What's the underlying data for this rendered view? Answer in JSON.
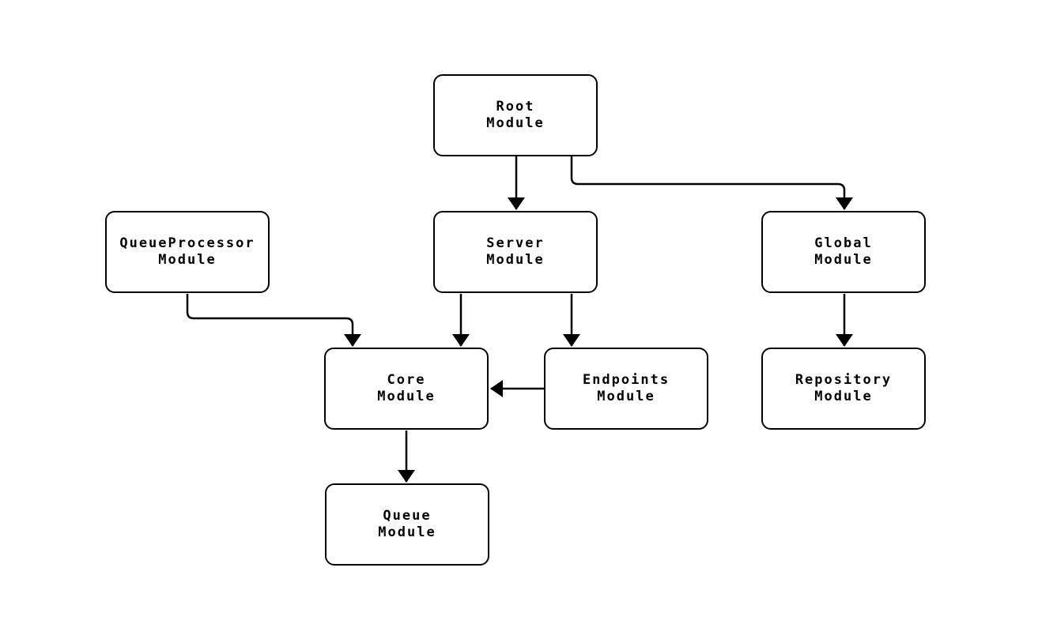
{
  "diagram": {
    "type": "module-dependency-graph",
    "background_color": "#ffffff",
    "node_fill_color": "#ffffff",
    "node_border_color": "#000000",
    "edge_color": "#000000",
    "nodes": [
      {
        "id": "root",
        "line1": "Root",
        "line2": "Module"
      },
      {
        "id": "queueprocessor",
        "line1": "QueueProcessor",
        "line2": "Module"
      },
      {
        "id": "server",
        "line1": "Server",
        "line2": "Module"
      },
      {
        "id": "global",
        "line1": "Global",
        "line2": "Module"
      },
      {
        "id": "core",
        "line1": "Core",
        "line2": "Module"
      },
      {
        "id": "endpoints",
        "line1": "Endpoints",
        "line2": "Module"
      },
      {
        "id": "repository",
        "line1": "Repository",
        "line2": "Module"
      },
      {
        "id": "queue",
        "line1": "Queue",
        "line2": "Module"
      }
    ],
    "edges": [
      {
        "from": "Root Module",
        "to": "Server Module"
      },
      {
        "from": "Root Module",
        "to": "Global Module"
      },
      {
        "from": "QueueProcessor Module",
        "to": "Core Module"
      },
      {
        "from": "Server Module",
        "to": "Core Module"
      },
      {
        "from": "Server Module",
        "to": "Endpoints Module"
      },
      {
        "from": "Endpoints Module",
        "to": "Core Module"
      },
      {
        "from": "Global Module",
        "to": "Repository Module"
      },
      {
        "from": "Core Module",
        "to": "Queue Module"
      }
    ]
  }
}
